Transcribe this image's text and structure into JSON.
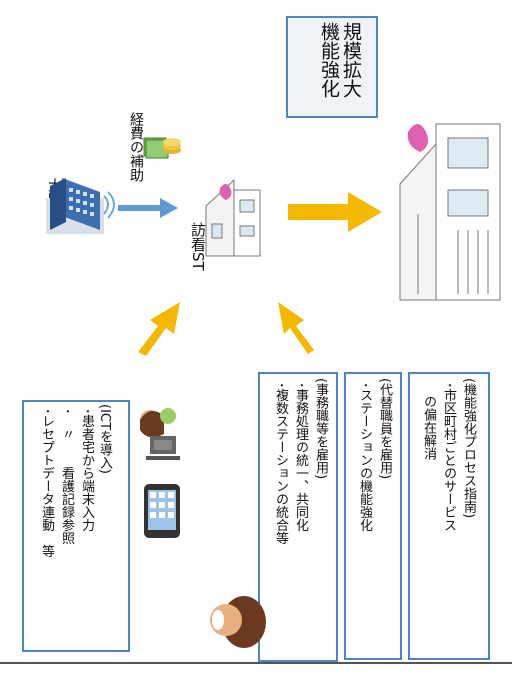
{
  "labels": {
    "osaka": "大阪府",
    "subsidy": "経費の補助",
    "station": "訪看ST",
    "goal_line1": "規模拡大",
    "goal_line2": "機能強化"
  },
  "boxes": {
    "ict": {
      "title": "(ICTを導入)",
      "lines": [
        "･患者宅から端末入力",
        "･　〃　　看護記録参照",
        "･レセプトデータ連動　等"
      ]
    },
    "office": {
      "title": "(事務職等を雇用)",
      "lines": [
        "･事務処理の統一、共同化",
        "･複数ステーションの統合等"
      ]
    },
    "substitute": {
      "title": "(代替職員を雇用)",
      "lines": [
        "･ステーションの機能強化"
      ]
    },
    "process": {
      "title": "(機能強化プロセス指南)",
      "lines": [
        "･市区町村ごとのサービス",
        "　の偏在解消"
      ]
    }
  },
  "colors": {
    "box_border": "#4e86c4",
    "arrow_yellow": "#f5b800",
    "arrow_blue": "#5b9bd5"
  }
}
